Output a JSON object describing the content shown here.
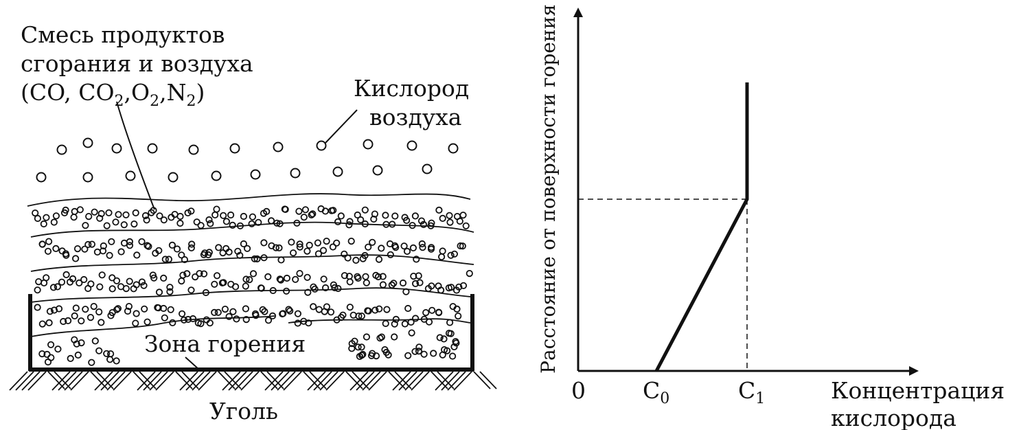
{
  "left_diagram": {
    "mixture_label": [
      "Смесь продуктов",
      "сгорания и воздуха"
    ],
    "mixture_formula": {
      "open": "(CO, CO",
      "sub1": "2",
      "mid": ",O",
      "sub2": "2",
      "mid2": ",N",
      "sub3": "2",
      "close": ")"
    },
    "oxygen_label": [
      "Кислород",
      "воздуха"
    ],
    "zone_label": "Зона горения",
    "coal_label": "Уголь"
  },
  "right_chart": {
    "y_axis_label": "Расстояние от поверхности горения",
    "x_axis_label": [
      "Концентрация",
      "кислорода"
    ],
    "origin_label": "0",
    "c0_label": "C",
    "c0_sub": "0",
    "c1_label": "C",
    "c1_sub": "1"
  },
  "colors": {
    "ink": "#111111",
    "background": "#ffffff"
  }
}
